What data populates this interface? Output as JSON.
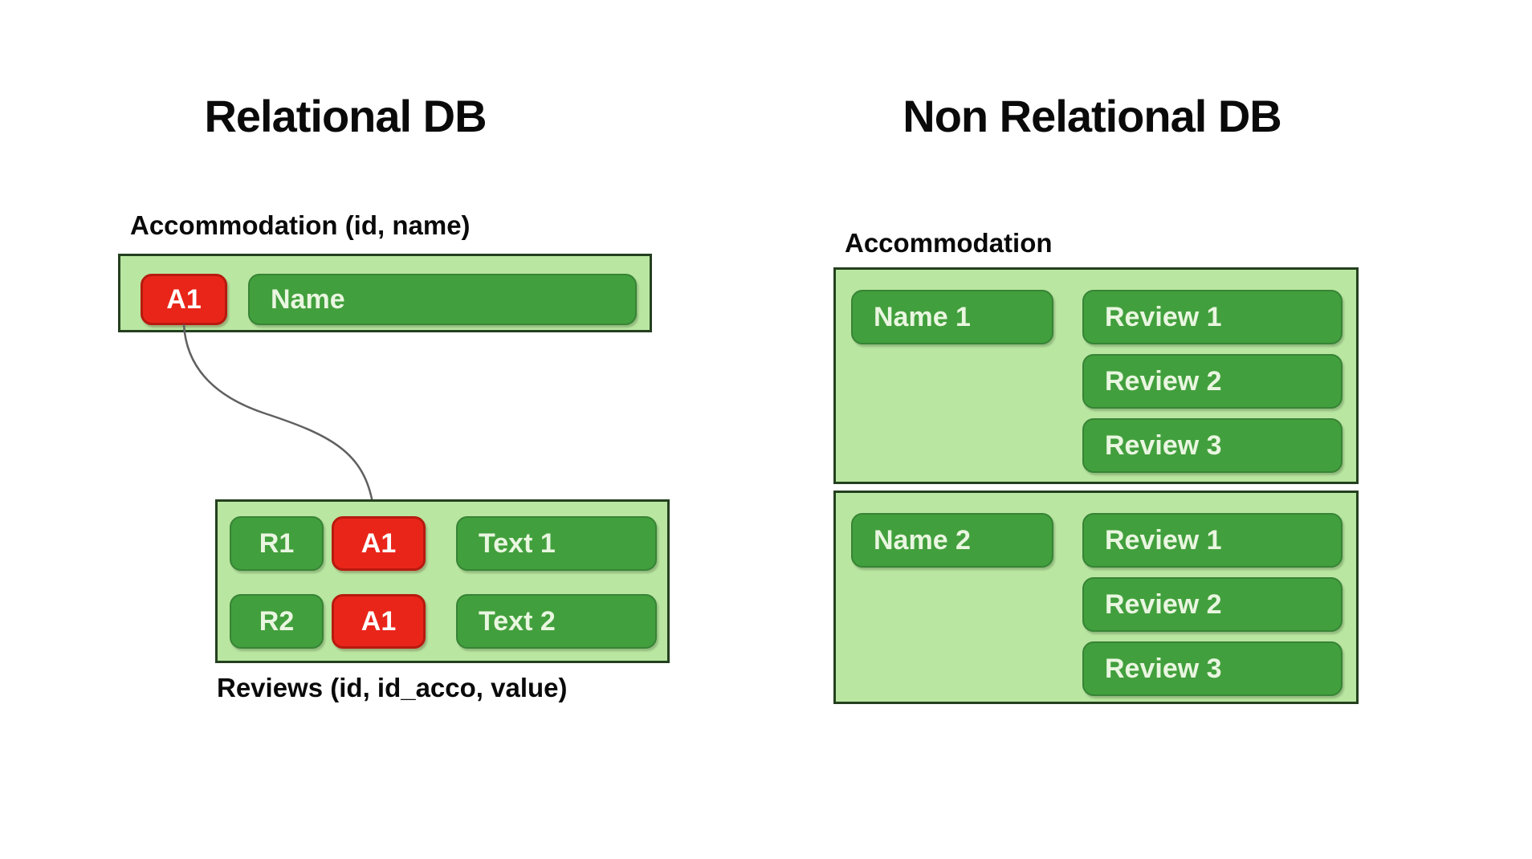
{
  "colors": {
    "container_fill": "#b9e6a1",
    "container_border": "#24401f",
    "green_pill_fill": "#429f3d",
    "green_pill_border": "#378436",
    "green_pill_text": "#e9f6e0",
    "red_pill_fill": "#e9251a",
    "red_pill_border": "#b81a0e",
    "red_pill_text": "#ffffff",
    "heading_text": "#0a0a0a",
    "connector": "#606060",
    "page_bg": "#ffffff"
  },
  "left": {
    "title": "Relational DB",
    "accommodation": {
      "label": "Accommodation (id, name)",
      "id_cell": "A1",
      "name_cell": "Name"
    },
    "reviews": {
      "label": "Reviews (id, id_acco, value)",
      "rows": [
        {
          "id": "R1",
          "foreign_key": "A1",
          "text": "Text 1"
        },
        {
          "id": "R2",
          "foreign_key": "A1",
          "text": "Text 2"
        }
      ]
    }
  },
  "right": {
    "title": "Non Relational DB",
    "label": "Accommodation",
    "documents": [
      {
        "name": "Name 1",
        "reviews": [
          "Review 1",
          "Review 2",
          "Review 3"
        ]
      },
      {
        "name": "Name 2",
        "reviews": [
          "Review 1",
          "Review 2",
          "Review 3"
        ]
      }
    ]
  }
}
